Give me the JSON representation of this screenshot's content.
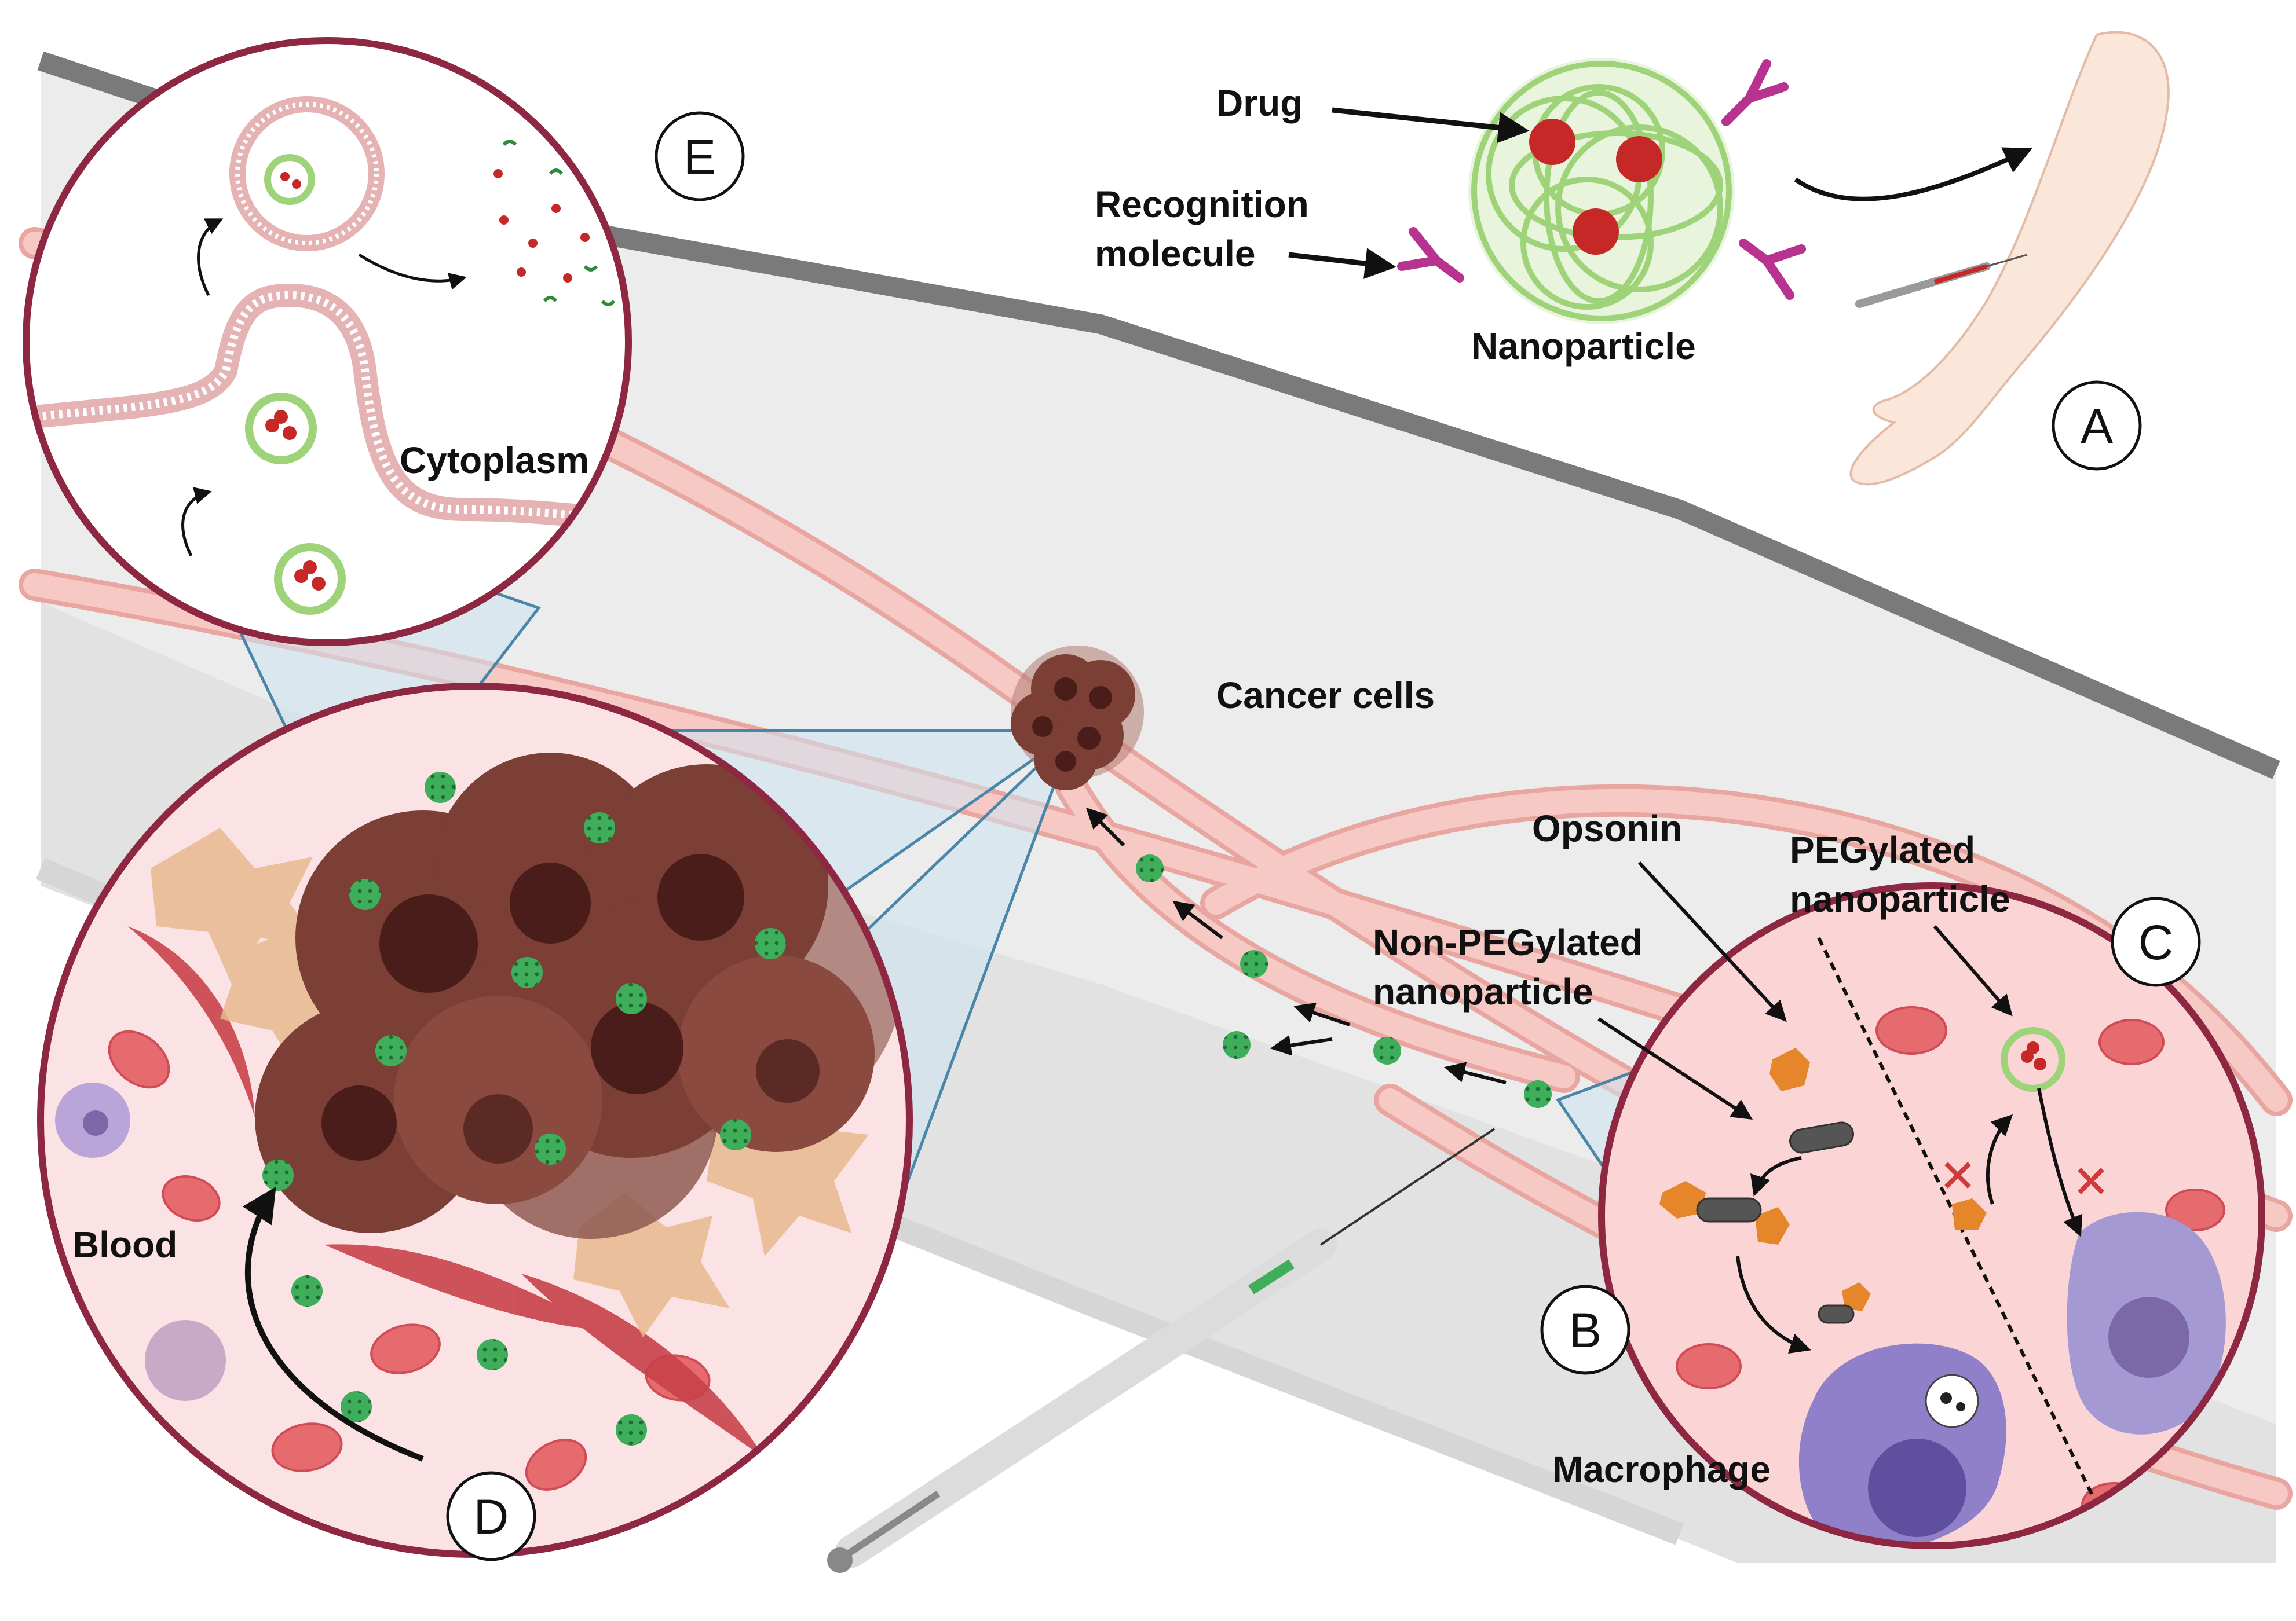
{
  "labels": {
    "drug": "Drug",
    "recognition_1": "Recognition",
    "recognition_2": "molecule",
    "nanoparticle": "Nanoparticle",
    "cytoplasm": "Cytoplasm",
    "cancer_cells": "Cancer cells",
    "opsonin": "Opsonin",
    "pegylated_1": "PEGylated",
    "pegylated_2": "nanoparticle",
    "non_peg_1": "Non-PEGylated",
    "non_peg_2": "nanoparticle",
    "blood": "Blood",
    "macrophage": "Macrophage"
  },
  "panels": {
    "a": "A",
    "b": "B",
    "c": "C",
    "d": "D",
    "e": "E"
  },
  "colors": {
    "vessel_pink": "#f7c9c5",
    "vessel_edge": "#e9a6a1",
    "tissue_gray": "#ececec",
    "wall_dark": "#7a7a7a",
    "circle_border": "#8e2742",
    "circle_fill": "#fbe3e5",
    "cancer_brown": "#7b3f36",
    "nucleus_dark": "#4a1d1a",
    "nanoparticle_green": "#3fae5a",
    "polymer_green": "#9fd37a",
    "drug_red": "#c62828",
    "antibody_magenta": "#b83290",
    "opsonin_orange": "#e6862a",
    "macrophage_purple": "#8f80c9",
    "rbc_red": "#e56b6f",
    "zoom_blue": "#cde3f1"
  },
  "icons": [
    "syringe-icon",
    "arm-icon",
    "antibody-icon",
    "red-x-icon",
    "arrow-icon"
  ]
}
